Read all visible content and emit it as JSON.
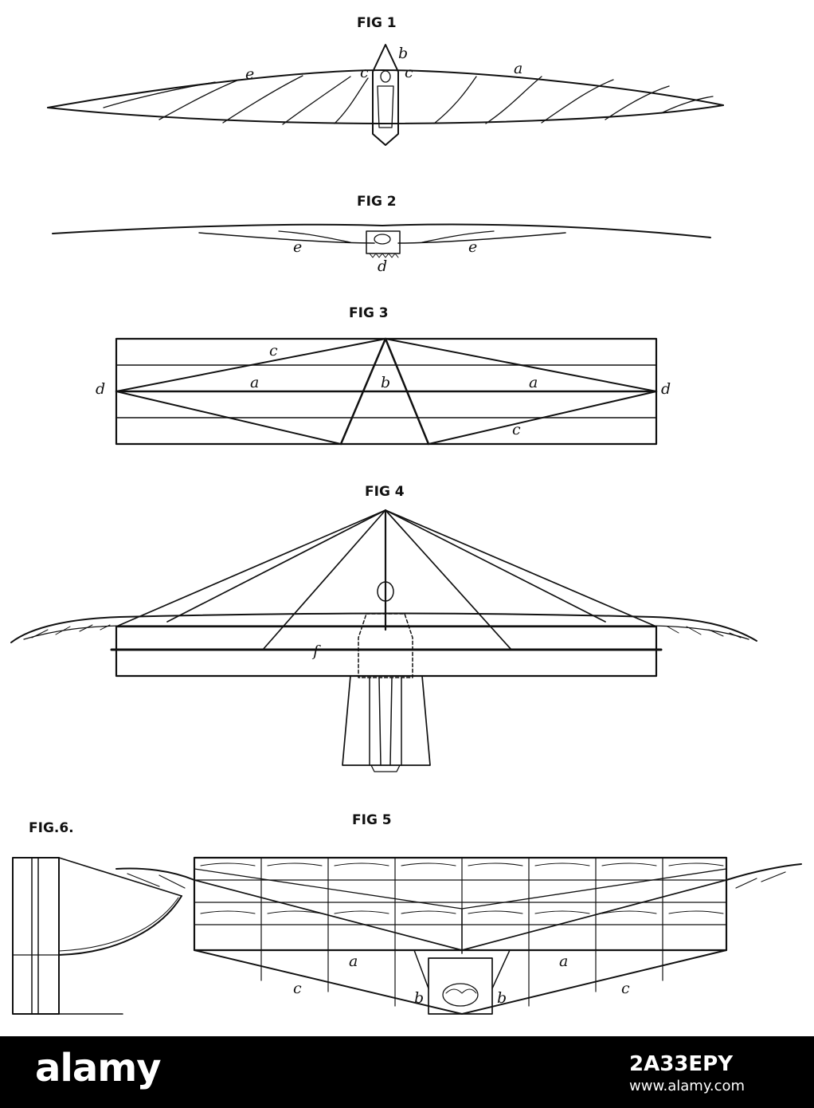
{
  "figures": {
    "fig1": {
      "title": "FIG 1",
      "labels": {
        "a": "a",
        "b": "b",
        "c_left": "c",
        "c_right": "c",
        "e": "e"
      }
    },
    "fig2": {
      "title": "FIG 2",
      "labels": {
        "e_left": "e",
        "e_right": "e",
        "d": "d"
      }
    },
    "fig3": {
      "title": "FIG 3",
      "labels": {
        "c_top": "c",
        "c_bottom": "c",
        "a_left": "a",
        "a_right": "a",
        "b": "b",
        "d_left": "d",
        "d_right": "d"
      }
    },
    "fig4": {
      "title": "FIG 4",
      "labels": {
        "f": "f"
      }
    },
    "fig5": {
      "title": "FIG 5",
      "labels": {
        "a_left": "a",
        "a_right": "a",
        "b_left": "b",
        "b_right": "b",
        "c_left": "c",
        "c_right": "c"
      }
    },
    "fig6": {
      "title": "FIG.6."
    }
  },
  "footer": {
    "brand": "alamy",
    "image_id": "2A33EPY",
    "site": "www.alamy.com"
  },
  "colors": {
    "ink": "#111111",
    "paper": "#ffffff",
    "footer_bg": "#000000"
  }
}
